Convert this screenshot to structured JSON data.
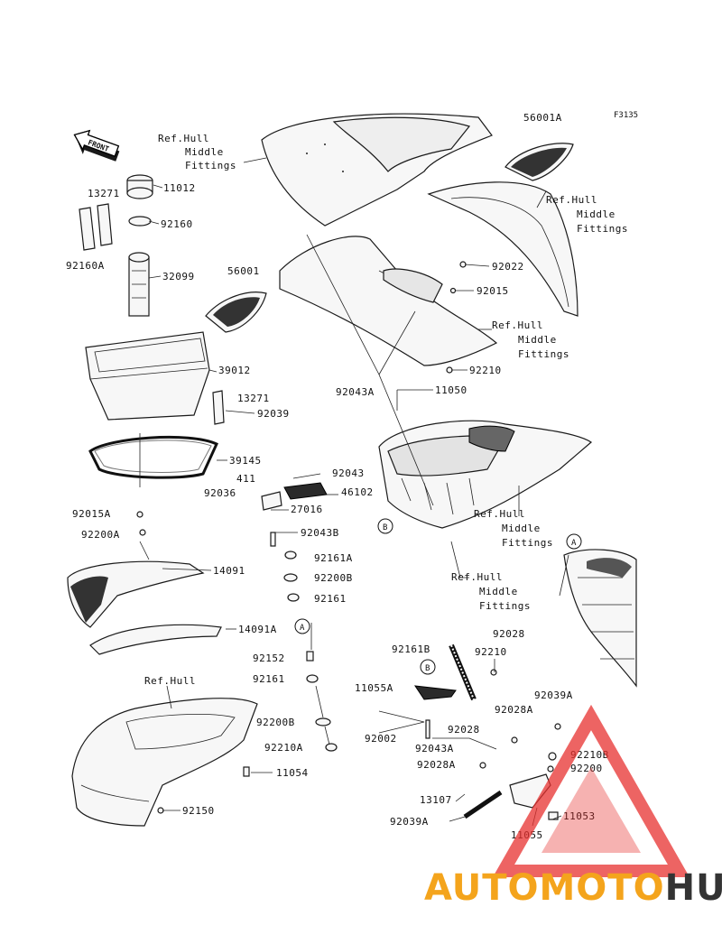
{
  "figure_code": "F3135",
  "front_label": "FRONT",
  "ref_labels": [
    {
      "id": "ref1",
      "lines": [
        "Ref.Hull",
        "Middle",
        "Fittings"
      ]
    },
    {
      "id": "ref2",
      "lines": [
        "Ref.Hull",
        "Middle",
        "Fittings"
      ]
    },
    {
      "id": "ref3",
      "lines": [
        "Ref.Hull",
        "Middle",
        "Fittings"
      ]
    },
    {
      "id": "ref4",
      "lines": [
        "Ref.Hull",
        "Middle",
        "Fittings"
      ]
    },
    {
      "id": "ref5",
      "lines": [
        "Ref.Hull",
        "Middle",
        "Fittings"
      ]
    },
    {
      "id": "ref6",
      "lines": [
        "Ref.Hull"
      ]
    }
  ],
  "parts": [
    {
      "id": "p11012",
      "label": "11012"
    },
    {
      "id": "p13271a",
      "label": "13271"
    },
    {
      "id": "p92160",
      "label": "92160"
    },
    {
      "id": "p92160A",
      "label": "92160A"
    },
    {
      "id": "p32099",
      "label": "32099"
    },
    {
      "id": "p56001",
      "label": "56001"
    },
    {
      "id": "p56001A",
      "label": "56001A"
    },
    {
      "id": "p39012",
      "label": "39012"
    },
    {
      "id": "p13271b",
      "label": "13271"
    },
    {
      "id": "p92039",
      "label": "92039"
    },
    {
      "id": "p39145",
      "label": "39145"
    },
    {
      "id": "p92022",
      "label": "92022"
    },
    {
      "id": "p92015",
      "label": "92015"
    },
    {
      "id": "p92210a",
      "label": "92210"
    },
    {
      "id": "p11050",
      "label": "11050"
    },
    {
      "id": "p92043A_top",
      "label": "92043A"
    },
    {
      "id": "p92043",
      "label": "92043"
    },
    {
      "id": "p411",
      "label": "411"
    },
    {
      "id": "p92036",
      "label": "92036"
    },
    {
      "id": "p46102",
      "label": "46102"
    },
    {
      "id": "p27016",
      "label": "27016"
    },
    {
      "id": "p92015A",
      "label": "92015A"
    },
    {
      "id": "p92200A",
      "label": "92200A"
    },
    {
      "id": "p92043B",
      "label": "92043B"
    },
    {
      "id": "p92161A",
      "label": "92161A"
    },
    {
      "id": "p14091",
      "label": "14091"
    },
    {
      "id": "p92200B_top",
      "label": "92200B"
    },
    {
      "id": "p92161_top",
      "label": "92161"
    },
    {
      "id": "p14091A",
      "label": "14091A"
    },
    {
      "id": "p92152",
      "label": "92152"
    },
    {
      "id": "p92161_bot",
      "label": "92161"
    },
    {
      "id": "p92200B_bot",
      "label": "92200B"
    },
    {
      "id": "p92210A",
      "label": "92210A"
    },
    {
      "id": "p11054",
      "label": "11054"
    },
    {
      "id": "p92150",
      "label": "92150"
    },
    {
      "id": "p92028_top",
      "label": "92028"
    },
    {
      "id": "p92161B",
      "label": "92161B"
    },
    {
      "id": "p92210b",
      "label": "92210"
    },
    {
      "id": "p11055A",
      "label": "11055A"
    },
    {
      "id": "p92039A_top",
      "label": "92039A"
    },
    {
      "id": "p92028_mid",
      "label": "92028"
    },
    {
      "id": "p92028A_top",
      "label": "92028A"
    },
    {
      "id": "p92002",
      "label": "92002"
    },
    {
      "id": "p92043A_bot",
      "label": "92043A"
    },
    {
      "id": "p92210B",
      "label": "92210B"
    },
    {
      "id": "p92028A_bot",
      "label": "92028A"
    },
    {
      "id": "p92200",
      "label": "92200"
    },
    {
      "id": "p13107",
      "label": "13107"
    },
    {
      "id": "p11053",
      "label": "11053"
    },
    {
      "id": "p92039A_bot",
      "label": "92039A"
    },
    {
      "id": "p11055",
      "label": "11055"
    }
  ],
  "callouts": [
    {
      "id": "cB1",
      "letter": "B"
    },
    {
      "id": "cA1",
      "letter": "A"
    },
    {
      "id": "cA2",
      "letter": "A"
    },
    {
      "id": "cB2",
      "letter": "B"
    }
  ],
  "watermark": {
    "part1": "AUTOMOTO",
    "part2": "HUB",
    "color1": "#f4a41c",
    "color2": "#333333",
    "logo_color": "#e8312f"
  }
}
